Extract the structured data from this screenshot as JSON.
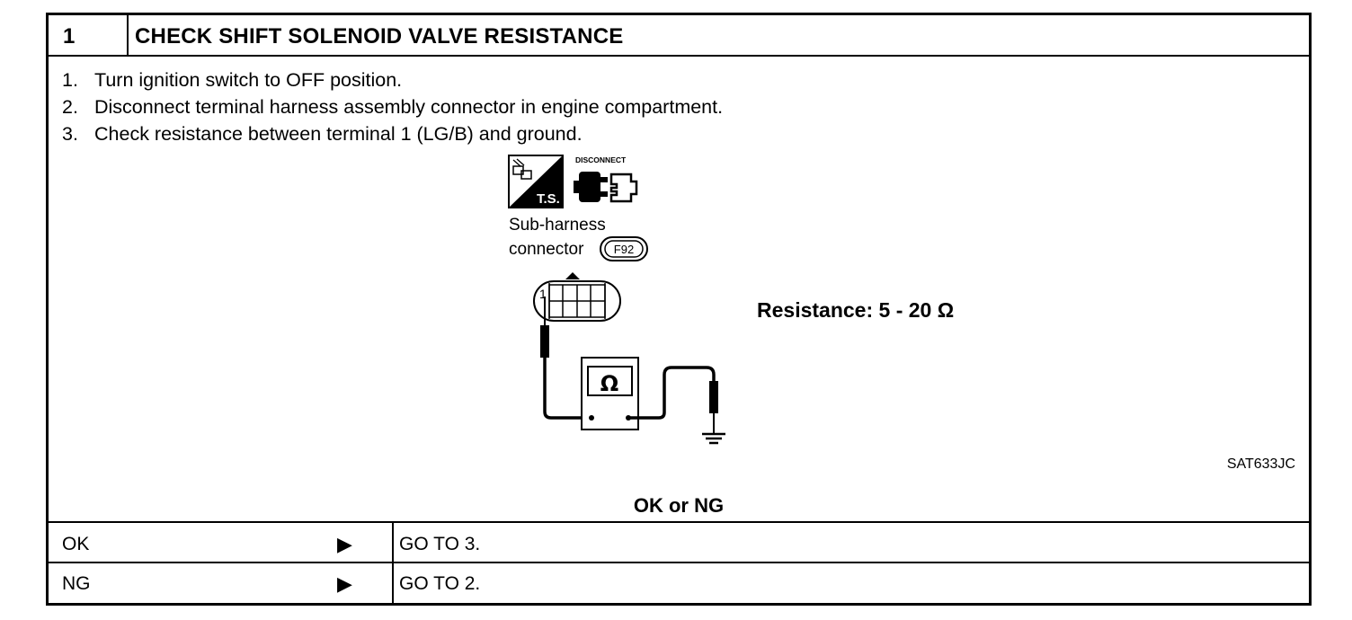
{
  "step": {
    "number": "1",
    "title": "CHECK SHIFT SOLENOID VALVE RESISTANCE"
  },
  "instructions": [
    {
      "num": "1.",
      "text": "Turn ignition switch to OFF position."
    },
    {
      "num": "2.",
      "text": "Disconnect terminal harness assembly connector in engine compartment."
    },
    {
      "num": "3.",
      "text": "Check resistance between terminal 1 (LG/B) and ground."
    }
  ],
  "figure": {
    "ts_label": "T.S.",
    "disconnect_label": "DISCONNECT",
    "connector_label_line1": "Sub-harness",
    "connector_label_line2": "connector",
    "connector_id": "F92",
    "terminal_number": "1",
    "meter_symbol": "Ω",
    "spec": "Resistance: 5 - 20 Ω",
    "figure_id": "SAT633JC"
  },
  "question": "OK or NG",
  "results": [
    {
      "result": "OK",
      "arrow": "▶",
      "action": "GO TO 3."
    },
    {
      "result": "NG",
      "arrow": "▶",
      "action": "GO TO 2."
    }
  ]
}
